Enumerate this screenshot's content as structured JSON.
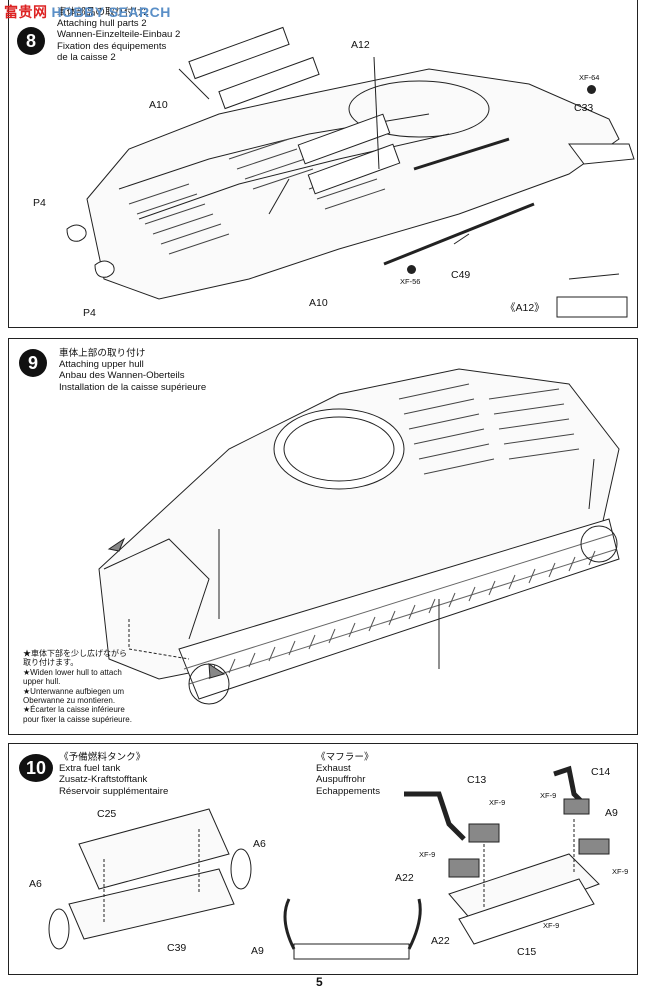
{
  "watermark": {
    "cn": "富贵网",
    "en": "HOBBY SEARCH"
  },
  "page_number": "5",
  "step8": {
    "number": "8",
    "title_jp": "車体部品の取り付け2",
    "title_en": "Attaching hull parts 2",
    "title_de": "Wannen-Einzelteile-Einbau 2",
    "title_fr1": "Fixation des équipements",
    "title_fr2": "de la caisse 2",
    "labels": {
      "a12": "A12",
      "a10_top": "A10",
      "a10_bottom": "A10",
      "p4_top": "P4",
      "p4_bottom": "P4",
      "c33": "C33",
      "c49": "C49",
      "xf64": "XF-64",
      "xf56": "XF-56",
      "a12_detail": "《A12》"
    }
  },
  "step9": {
    "number": "9",
    "title_jp": "車体上部の取り付け",
    "title_en": "Attaching upper hull",
    "title_de": "Anbau des Wannen-Oberteils",
    "title_fr": "Installation de la caisse supérieure",
    "note": [
      "★車体下部を少し広げながら",
      "取り付けます。",
      "★Widen lower hull to attach",
      "upper hull.",
      "★Unterwanne aufbiegen um",
      "Oberwanne zu montieren.",
      "★Écarter la caisse inférieure",
      "pour fixer la caisse supérieure."
    ]
  },
  "step10": {
    "number": "10",
    "fuel_jp": "《予備燃料タンク》",
    "fuel_en": "Extra fuel tank",
    "fuel_de": "Zusatz-Kraftstofftank",
    "fuel_fr": "Réservoir supplémentaire",
    "exhaust_jp": "《マフラー》",
    "exhaust_en": "Exhaust",
    "exhaust_de": "Auspuffrohr",
    "exhaust_fr": "Echappements",
    "labels": {
      "c25": "C25",
      "a6_right": "A6",
      "a6_left": "A6",
      "c39": "C39",
      "a9_left": "A9",
      "a22_bottom": "A22",
      "c13": "C13",
      "c14": "C14",
      "a9_right": "A9",
      "a22_mid": "A22",
      "c15": "C15",
      "xf9_a": "XF-9",
      "xf9_b": "XF-9",
      "xf9_c": "XF-9",
      "xf9_d": "XF-9",
      "xf9_e": "XF-9"
    }
  }
}
